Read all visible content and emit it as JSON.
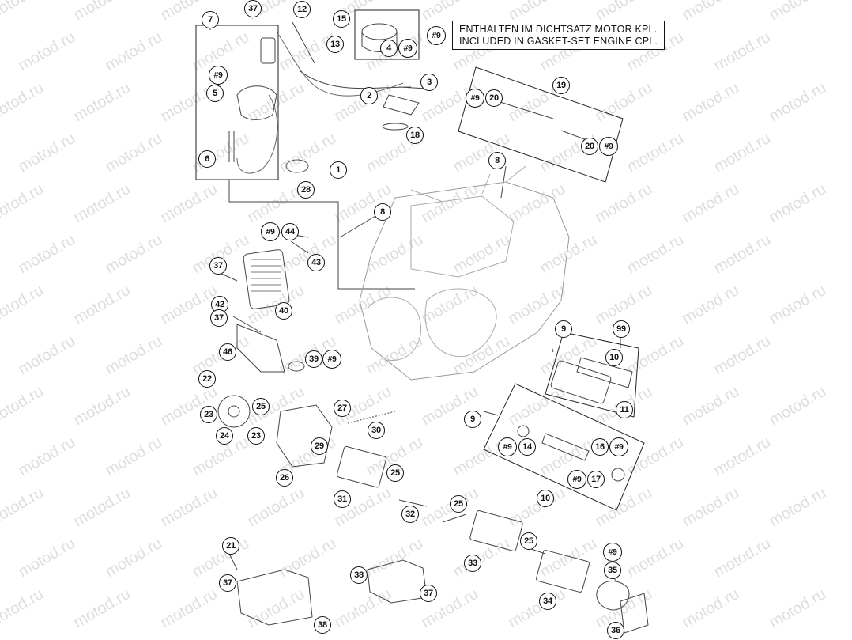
{
  "watermark": "motod.ru",
  "note": {
    "ref": "#9",
    "line1": "ENTHALTEN IM DICHTSATZ MOTOR KPL.",
    "line2": "INCLUDED IN GASKET-SET ENGINE CPL."
  },
  "callouts": {
    "c7": "7",
    "c37a": "37",
    "c12": "12",
    "c15": "15",
    "c13": "13",
    "c4": "4",
    "c9a": "#9",
    "c9b": "#9",
    "c5": "5",
    "c3": "3",
    "c2": "2",
    "c18": "18",
    "c19": "19",
    "c9c": "#9",
    "c20a": "20",
    "c20b": "20",
    "c9d": "#9",
    "c6": "6",
    "c1": "1",
    "c8a": "8",
    "c28": "28",
    "c8b": "8",
    "c9e": "#9",
    "c44": "44",
    "c43": "43",
    "c37b": "37",
    "c42": "42",
    "c40": "40",
    "c37c": "37",
    "c46": "46",
    "c39": "39",
    "c9f": "#9",
    "c9g": "9",
    "c99": "99",
    "c10a": "10",
    "c22": "22",
    "c25a": "25",
    "c27": "27",
    "c23a": "23",
    "c23b": "23",
    "c24": "24",
    "c30": "30",
    "c29": "29",
    "c9h": "9",
    "c11": "11",
    "c9i": "#9",
    "c14": "14",
    "c16": "16",
    "c9j": "#9",
    "c26": "26",
    "c25b": "25",
    "c31": "31",
    "c9k": "#9",
    "c17": "17",
    "c10b": "10",
    "c32": "32",
    "c25c": "25",
    "c21": "21",
    "c25d": "25",
    "c33": "33",
    "c9l": "#9",
    "c35": "35",
    "c38a": "38",
    "c37d": "37",
    "c37e": "37",
    "c34": "34",
    "c38b": "38",
    "c36": "36"
  }
}
